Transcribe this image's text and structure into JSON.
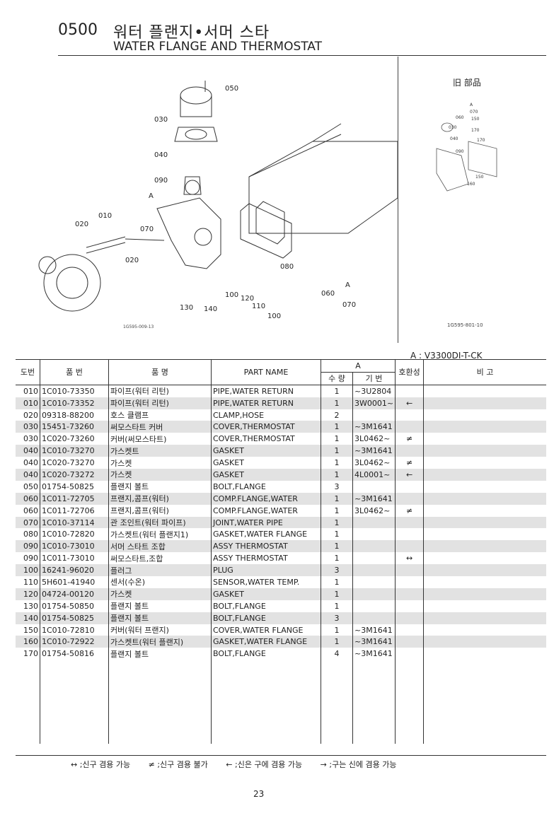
{
  "header": {
    "code": "0500",
    "title_kor": "워터 플랜지•서머 스타",
    "title_eng": "WATER FLANGE AND THERMOSTAT"
  },
  "diagram": {
    "old_parts_label": "旧 部品",
    "main_ref": "1G595-009-13",
    "inset_ref": "1G595-801-10",
    "callouts": [
      "050",
      "030",
      "040",
      "090",
      "A",
      "010",
      "020",
      "070",
      "020",
      "080",
      "100",
      "120",
      "110",
      "130",
      "140",
      "100",
      "060",
      "A",
      "070"
    ],
    "inset_callouts": [
      "A",
      "070",
      "060",
      "150",
      "030",
      "170",
      "040",
      "170",
      "090",
      "150",
      "160"
    ]
  },
  "model_label": "A : V3300DI-T-CK",
  "table": {
    "headers": {
      "no": "도번",
      "part_no": "품 번",
      "part_kor": "품 명",
      "part_name": "PART NAME",
      "group_a": "A",
      "qty": "수 량",
      "serial": "기 번",
      "compat": "호환성",
      "remarks": "비 고"
    },
    "rows": [
      {
        "no": "010",
        "part": "1C010-73350",
        "kor": "파이프(워터 리턴)",
        "name": "PIPE,WATER RETURN",
        "qty": "1",
        "ser": "~3U2804",
        "x": "",
        "shade": false
      },
      {
        "no": "010",
        "part": "1C010-73352",
        "kor": "파이프(워터 리턴)",
        "name": "PIPE,WATER RETURN",
        "qty": "1",
        "ser": "3W0001~",
        "x": "←",
        "shade": true
      },
      {
        "no": "020",
        "part": "09318-88200",
        "kor": "호스 클램프",
        "name": "CLAMP,HOSE",
        "qty": "2",
        "ser": "",
        "x": "",
        "shade": false
      },
      {
        "no": "030",
        "part": "15451-73260",
        "kor": "써모스타트 커버",
        "name": "COVER,THERMOSTAT",
        "qty": "1",
        "ser": "~3M1641",
        "x": "",
        "shade": true
      },
      {
        "no": "030",
        "part": "1C020-73260",
        "kor": "커버(써모스타트)",
        "name": "COVER,THERMOSTAT",
        "qty": "1",
        "ser": "3L0462~",
        "x": "≠",
        "shade": false
      },
      {
        "no": "040",
        "part": "1C010-73270",
        "kor": "가스켓트",
        "name": "GASKET",
        "qty": "1",
        "ser": "~3M1641",
        "x": "",
        "shade": true
      },
      {
        "no": "040",
        "part": "1C020-73270",
        "kor": "가스켓",
        "name": "GASKET",
        "qty": "1",
        "ser": "3L0462~",
        "x": "≠",
        "shade": false
      },
      {
        "no": "040",
        "part": "1C020-73272",
        "kor": "가스켓",
        "name": "GASKET",
        "qty": "1",
        "ser": "4L0001~",
        "x": "←",
        "shade": true
      },
      {
        "no": "050",
        "part": "01754-50825",
        "kor": "플랜지 볼트",
        "name": "BOLT,FLANGE",
        "qty": "3",
        "ser": "",
        "x": "",
        "shade": false
      },
      {
        "no": "060",
        "part": "1C011-72705",
        "kor": "프랜지,콤프(워터)",
        "name": "COMP.FLANGE,WATER",
        "qty": "1",
        "ser": "~3M1641",
        "x": "",
        "shade": true
      },
      {
        "no": "060",
        "part": "1C011-72706",
        "kor": "프랜지,콤프(워터)",
        "name": "COMP.FLANGE,WATER",
        "qty": "1",
        "ser": "3L0462~",
        "x": "≠",
        "shade": false
      },
      {
        "no": "070",
        "part": "1C010-37114",
        "kor": "관 조인트(워터 파이프)",
        "name": "JOINT,WATER PIPE",
        "qty": "1",
        "ser": "",
        "x": "",
        "shade": true
      },
      {
        "no": "080",
        "part": "1C010-72820",
        "kor": "가스켓트(워터 플랜지1)",
        "name": "GASKET,WATER FLANGE",
        "qty": "1",
        "ser": "",
        "x": "",
        "shade": false
      },
      {
        "no": "090",
        "part": "1C010-73010",
        "kor": "서머 스타트 조합",
        "name": "ASSY THERMOSTAT",
        "qty": "1",
        "ser": "",
        "x": "",
        "shade": true
      },
      {
        "no": "090",
        "part": "1C011-73010",
        "kor": "써모스타트,조합",
        "name": "ASSY THERMOSTAT",
        "qty": "1",
        "ser": "",
        "x": "↔",
        "shade": false
      },
      {
        "no": "100",
        "part": "16241-96020",
        "kor": "플러그",
        "name": "PLUG",
        "qty": "3",
        "ser": "",
        "x": "",
        "shade": true
      },
      {
        "no": "110",
        "part": "5H601-41940",
        "kor": "센서(수온)",
        "name": "SENSOR,WATER TEMP.",
        "qty": "1",
        "ser": "",
        "x": "",
        "shade": false
      },
      {
        "no": "120",
        "part": "04724-00120",
        "kor": "가스켓",
        "name": "GASKET",
        "qty": "1",
        "ser": "",
        "x": "",
        "shade": true
      },
      {
        "no": "130",
        "part": "01754-50850",
        "kor": "플랜지 볼트",
        "name": "BOLT,FLANGE",
        "qty": "1",
        "ser": "",
        "x": "",
        "shade": false
      },
      {
        "no": "140",
        "part": "01754-50825",
        "kor": "플랜지 볼트",
        "name": "BOLT,FLANGE",
        "qty": "3",
        "ser": "",
        "x": "",
        "shade": true
      },
      {
        "no": "150",
        "part": "1C010-72810",
        "kor": "커버(워터 프랜지)",
        "name": "COVER,WATER FLANGE",
        "qty": "1",
        "ser": "~3M1641",
        "x": "",
        "shade": false
      },
      {
        "no": "160",
        "part": "1C010-72922",
        "kor": "가스켓트(워터 플랜지)",
        "name": "GASKET,WATER FLANGE",
        "qty": "1",
        "ser": "~3M1641",
        "x": "",
        "shade": true
      },
      {
        "no": "170",
        "part": "01754-50816",
        "kor": "플랜지 볼트",
        "name": "BOLT,FLANGE",
        "qty": "4",
        "ser": "~3M1641",
        "x": "",
        "shade": false
      }
    ]
  },
  "legend": [
    "↔ ;신구 겸용 가능",
    "≠ ;신구 겸용 불가",
    "← ;신은 구에 겸용 가능",
    "→ ;구는 신에 겸용 가능"
  ],
  "page_number": "23"
}
